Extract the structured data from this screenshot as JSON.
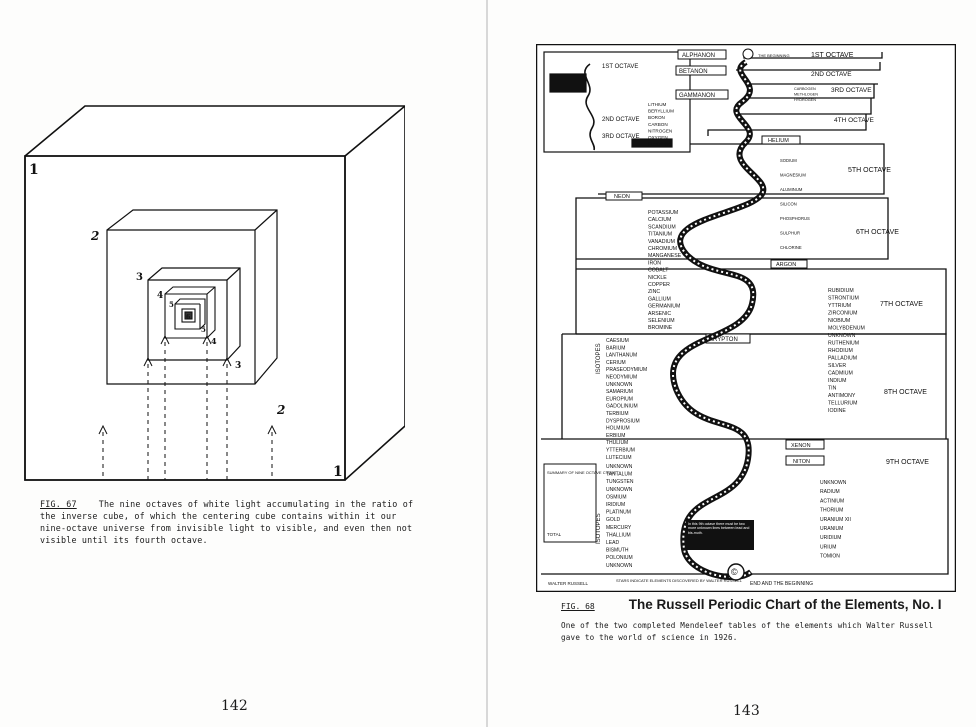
{
  "left_page": {
    "figure": {
      "cube_labels": [
        "1",
        "2",
        "3",
        "4",
        "5",
        "6",
        "1",
        "2",
        "3",
        "4",
        "5"
      ]
    },
    "caption": {
      "fig_number": "FIG. 67",
      "text": "The nine octaves of white light accumulating in the ratio of the inverse cube, of which the centering cube contains within it our nine-octave universe from invisible light to visible, and even then not visible until its fourth octave."
    },
    "page_number": "142"
  },
  "right_page": {
    "chart": {
      "tabs_top": [
        "ALPHANON",
        "THE BEGINNING",
        "1ST OCTAVE"
      ],
      "boxed_gases": [
        "BETANON",
        "GAMMANON",
        "HELIUM",
        "NEON",
        "ARGON",
        "KRYPTON",
        "XENON",
        "NITON"
      ],
      "octaves": [
        "1ST OCTAVE",
        "2ND OCTAVE",
        "3RD OCTAVE",
        "4TH OCTAVE",
        "5TH OCTAVE",
        "6TH OCTAVE",
        "7TH OCTAVE",
        "8TH OCTAVE",
        "9TH OCTAVE"
      ],
      "column_elements": {
        "octave_4_left": [
          "LITHIUM",
          "BERYLLIUM",
          "BORON",
          "CARBON",
          "NITROGEN",
          "OXYGEN",
          "FLUORINE"
        ],
        "octave_4_right": [
          "CARBOGEN",
          "METHLOGEN",
          "HYDROGEN"
        ],
        "octave_5_right": [
          "SODIUM",
          "MAGNESIUM",
          "ALUMINUM",
          "SILICON",
          "PHOSPHORUS",
          "SULPHUR",
          "CHLORINE"
        ],
        "octave_6_left": [
          "POTASSIUM",
          "CALCIUM",
          "SCANDIUM",
          "TITANIUM",
          "VANADIUM",
          "CHROMIUM",
          "MANGANESE",
          "IRON",
          "COBALT",
          "NICKLE",
          "COPPER",
          "ZINC",
          "GALLIUM",
          "GERMANIUM",
          "ARSENIC",
          "SELENIUM",
          "BROMINE"
        ],
        "octave_7_right": [
          "RUBIDIUM",
          "STRONTIUM",
          "YTTRIUM",
          "ZIRCONIUM",
          "NIOBIUM",
          "MOLYBDENUM",
          "UNKNOWN",
          "RUTHENIUM",
          "RHODIUM",
          "PALLADIUM",
          "SILVER",
          "CADMIUM",
          "INDIUM",
          "TIN",
          "ANTIMONY",
          "TELLURIUM",
          "IODINE"
        ],
        "octave_8_left": [
          "CAESIUM",
          "BARIUM",
          "LANTHANUM",
          "CERIUM",
          "PRASEODYMIUM",
          "NEODYMIUM",
          "UNKNOWN",
          "SAMARIUM",
          "EUROPIUM",
          "GADOLINIUM",
          "TERBIUM",
          "DYSPROSIUM",
          "HOLMIUM",
          "ERBIUM",
          "THULIUM",
          "YTTERBIUM",
          "LUTECIUM"
        ],
        "octave_9_left": [
          "UNKNOWN",
          "TANTALUM",
          "TUNGSTEN",
          "UNKNOWN",
          "OSMIUM",
          "IRIDIUM",
          "PLATINUM",
          "GOLD",
          "MERCURY",
          "THALLIUM",
          "LEAD",
          "BISMUTH",
          "POLONIUM",
          "UNKNOWN"
        ],
        "octave_9_right": [
          "UNKNOWN",
          "RADIUM",
          "ACTINIUM",
          "THORIUM",
          "URANIUM XII",
          "URANIUM",
          "URIDIUM",
          "URIUM",
          "TOMION"
        ]
      },
      "isotopes_label": "ISOTOPES",
      "summary_title": "SUMMARY OF NINE OCTAVE CYCLE",
      "summary_total": "TOTAL",
      "bottom_notes": [
        "WALTER RUSSELL",
        "STARS INDICATE ELEMENTS DISCOVERED BY WALTER RUSSELL",
        "END AND THE BEGINNING"
      ],
      "copyright_symbol": "©",
      "inset_note": "In this 9th octave there must be two more unknown lines between lead and bis-muth."
    },
    "caption": {
      "fig_number": "FIG. 68",
      "title": "The Russell Periodic Chart of the Elements, No. I",
      "text": "One of the two completed Mendeleef tables of the elements which Walter Russell gave to the world of science in 1926."
    },
    "page_number": "143"
  }
}
